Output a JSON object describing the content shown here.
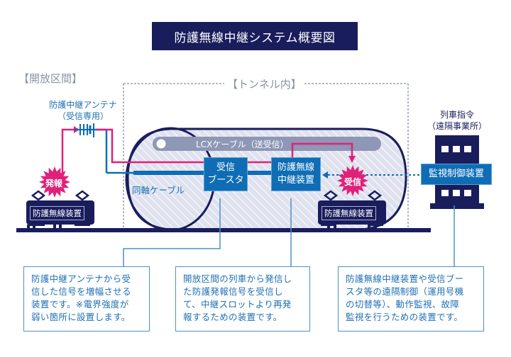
{
  "title": "防護無線中継システム概要図",
  "sections": {
    "open_section": "【開放区間】",
    "tunnel": "【トンネル内】"
  },
  "antenna": {
    "line1": "防護中継アンテナ",
    "line2": "（受信専用）"
  },
  "control_center": {
    "line1": "列車指令",
    "line2": "（遠隔事業所）"
  },
  "lcx_cable": "LCXケーブル（送受信）",
  "coax_cable": "同軸ケーブル",
  "booster": {
    "line1": "受信",
    "line2": "ブースタ"
  },
  "repeater": {
    "line1": "防護無線",
    "line2": "中継装置"
  },
  "monitor_device": "監視制御装置",
  "bursts": {
    "transmit": "発報",
    "receive": "受信"
  },
  "trains": {
    "left_label": "防護無線装置",
    "right_label": "防護無線装置"
  },
  "descriptions": [
    {
      "lines": [
        "防護中継アンテナから受",
        "信した信号を増幅させる",
        "装置です。※電界強度が",
        "弱い箇所に設置します。"
      ]
    },
    {
      "lines": [
        "開放区間の列車から発信し",
        "た防護発報信号を受信し",
        "て、中継スロットより再発",
        "報するための装置です。"
      ]
    },
    {
      "lines": [
        "防護無線中継装置や受信ブー",
        "スタ等の遠隔制御（運用号機",
        "の切替等）、動作監視、故障",
        "監視を行うための装置です。"
      ]
    }
  ],
  "colors": {
    "navy": "#1a1d5c",
    "blue": "#0f6db5",
    "magenta": "#e0217a",
    "tunnel_fill": "#dfe2ee",
    "lcx": "#8e97b5"
  }
}
